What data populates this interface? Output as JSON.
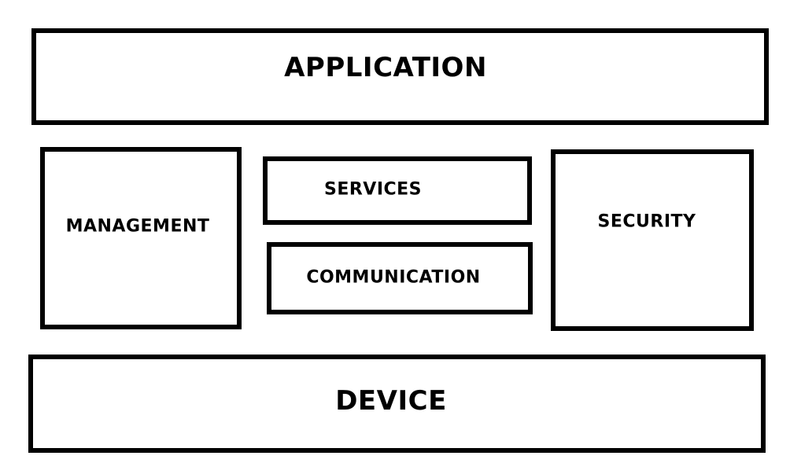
{
  "diagram": {
    "layers": {
      "application": "APPLICATION",
      "management": "MANAGEMENT",
      "services": "SERVICES",
      "communication": "COMMUNICATION",
      "security": "SECURITY",
      "device": "DEVICE"
    },
    "colors": {
      "border": "#000000",
      "background": "#ffffff",
      "text": "#000000"
    }
  }
}
